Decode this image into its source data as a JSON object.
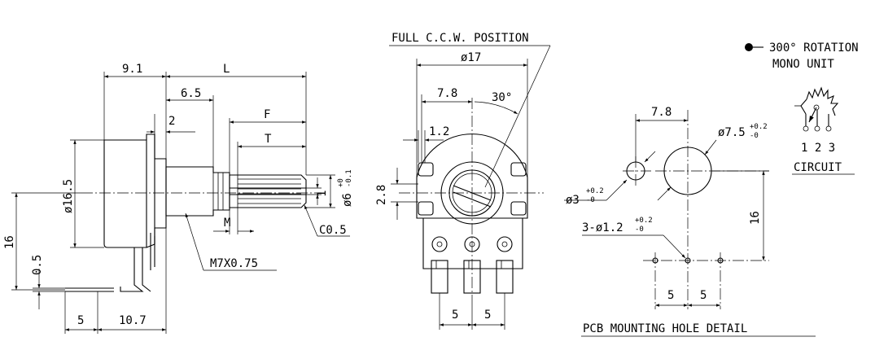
{
  "side_view": {
    "dims": {
      "d9_1": "9.1",
      "L": "L",
      "d6_5": "6.5",
      "d2": "2",
      "F": "F",
      "T": "T",
      "d1": "1",
      "phi16_5": "ø16.5",
      "phi6": "ø6",
      "phi6_tol_upper": "+0",
      "phi6_tol_lower": "-0.1",
      "M": "M",
      "c0_5": "C0.5",
      "thread": "M7X0.75",
      "d16": "16",
      "d0_5": "0.5",
      "d5": "5",
      "d10_7": "10.7"
    }
  },
  "front_view": {
    "title": "FULL C.C.W. POSITION",
    "dims": {
      "phi17": "ø17",
      "d7_8": "7.8",
      "angle": "30°",
      "d1_2": "1.2",
      "d2_8": "2.8",
      "d5a": "5",
      "d5b": "5"
    }
  },
  "pcb_detail": {
    "title": "PCB MOUNTING HOLE DETAIL",
    "dims": {
      "d7_8": "7.8",
      "phi7_5": "ø7.5",
      "phi7_5_upper": "+0.2",
      "phi7_5_lower": "-0",
      "phi3": "ø3",
      "phi3_upper": "+0.2",
      "phi3_lower": "-0",
      "holes": "3-ø1.2",
      "holes_upper": "+0.2",
      "holes_lower": "-0",
      "d16": "16",
      "d5a": "5",
      "d5b": "5"
    }
  },
  "legend": {
    "line1": "300° ROTATION",
    "line2": "MONO UNIT",
    "pins": "1 2 3",
    "circuit": "CIRCUIT"
  }
}
